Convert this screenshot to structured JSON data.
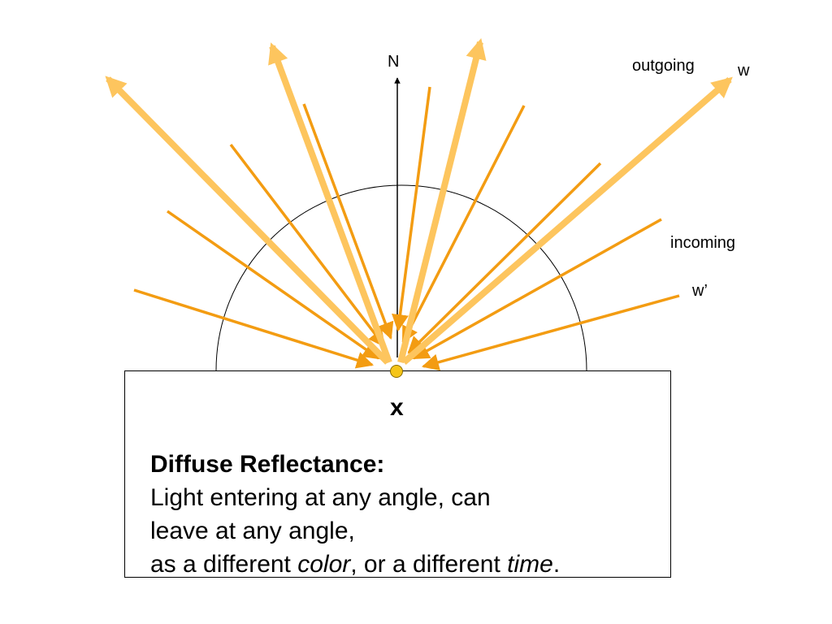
{
  "labels": {
    "normal": "N",
    "outgoing": "outgoing",
    "w": "w",
    "incoming": "incoming",
    "w_prime": "w’",
    "point": "x"
  },
  "description": {
    "title": "Diffuse Reflectance:",
    "line1": "Light entering at any angle, can",
    "line2": "leave at any angle,",
    "line3_a": "as a different ",
    "line3_color": "color",
    "line3_b": ", or a different ",
    "line3_time": "time",
    "line3_c": "."
  },
  "colors": {
    "incoming_ray": "#f39c12",
    "outgoing_ray": "#fdc55e",
    "point_fill": "#f5c518",
    "outline": "#000000"
  }
}
